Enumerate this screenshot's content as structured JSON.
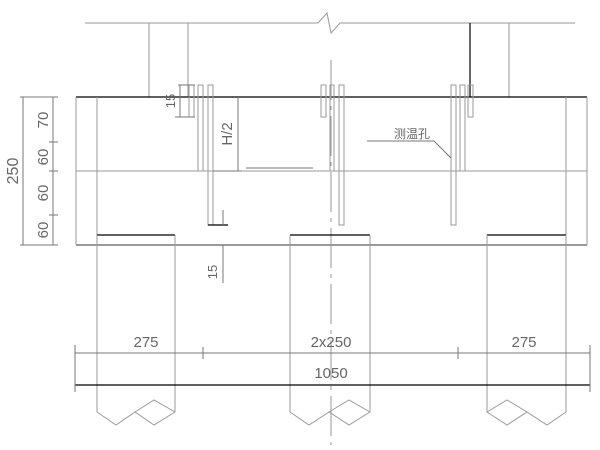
{
  "drawing": {
    "dimensions": {
      "total_height": "250",
      "layer_1": "70",
      "layer_2": "60",
      "layer_3": "60",
      "layer_4": "60",
      "pipe_top": "15",
      "pipe_bottom": "15",
      "half_height": "H/2",
      "left_span": "275",
      "middle_span": "2x250",
      "right_span": "275",
      "total_width": "1050"
    },
    "label_hole": "测温孔"
  }
}
